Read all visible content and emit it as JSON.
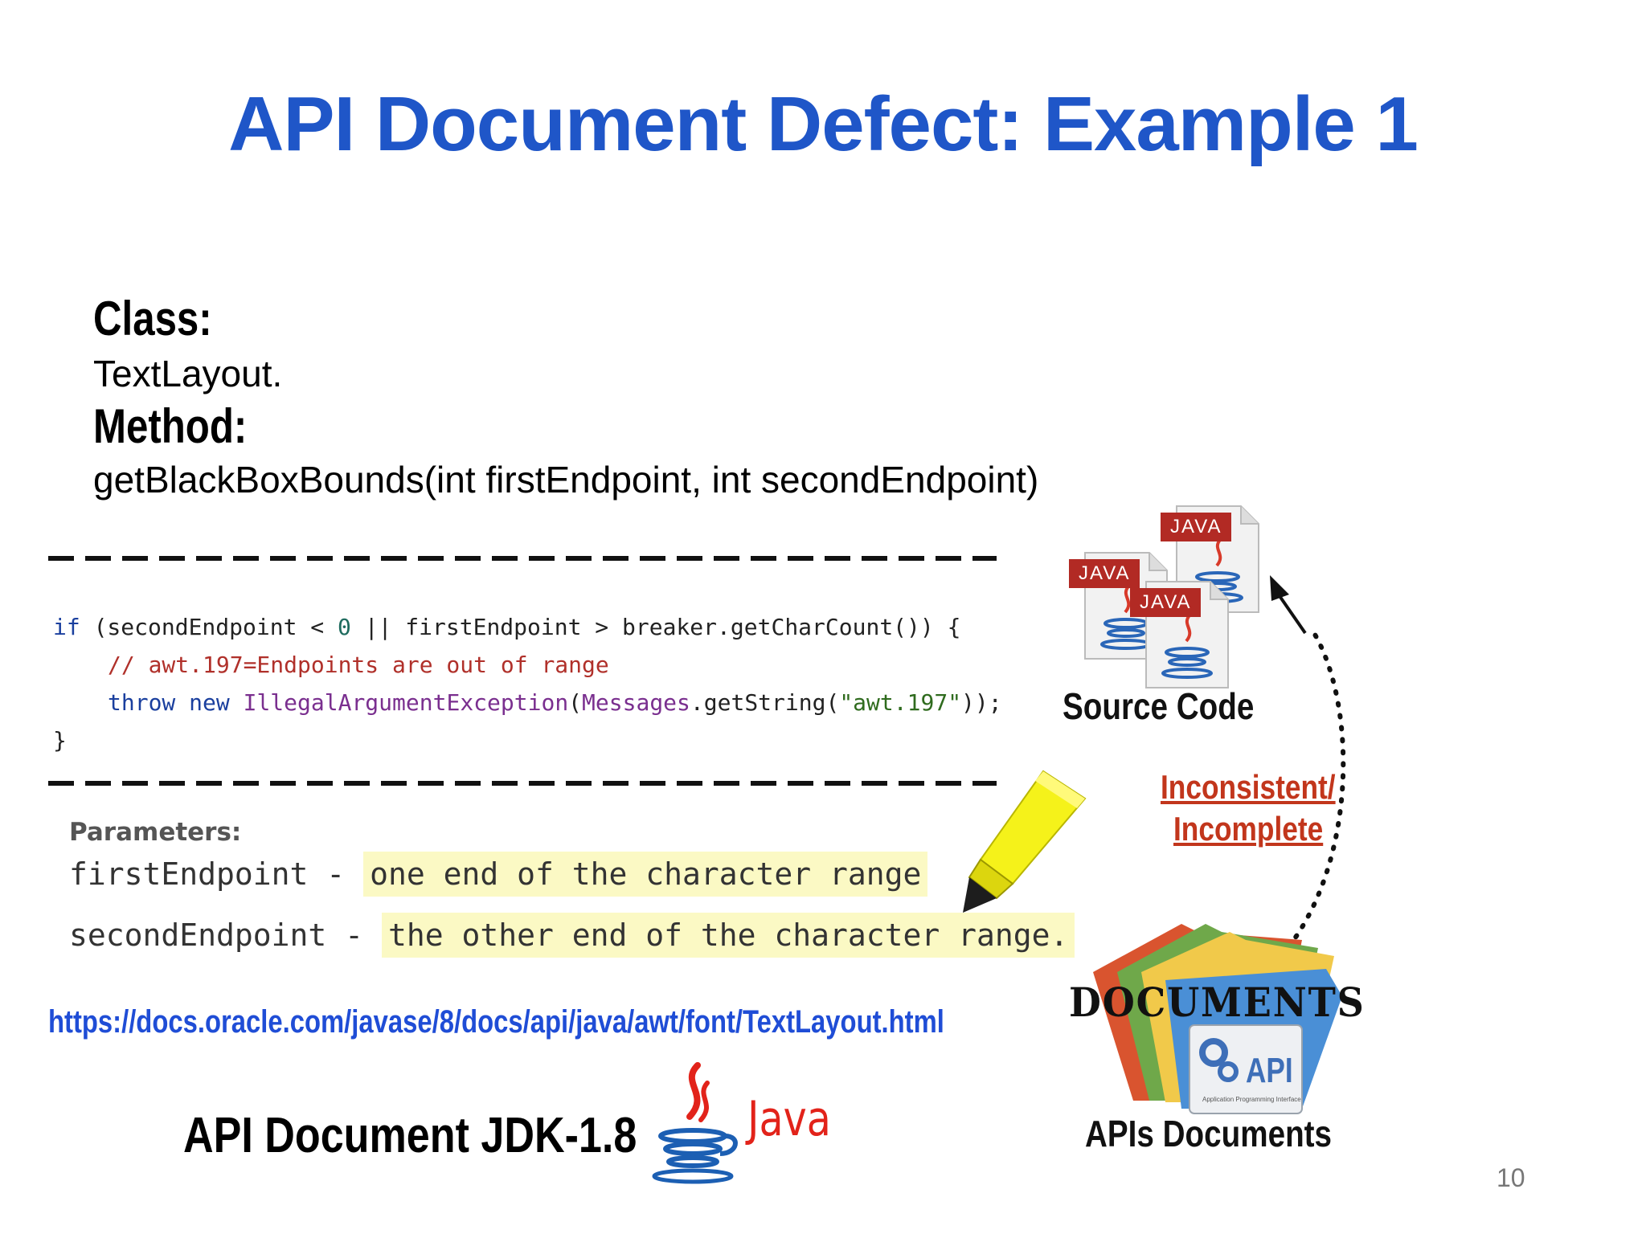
{
  "slide": {
    "title": "API Document Defect: Example 1",
    "page_number": "10"
  },
  "class_section": {
    "class_heading": "Class:",
    "class_name": "TextLayout.",
    "method_heading": "Method:",
    "method_signature": "getBlackBoxBounds(int firstEndpoint, int secondEndpoint)"
  },
  "code": {
    "line1": {
      "kw_if": "if",
      "a": " (secondEndpoint ",
      "op1": "<",
      "sp1": " ",
      "zero": "0",
      "b": " || firstEndpoint > breaker.getCharCount()) {"
    },
    "line2": "// awt.197=Endpoints are out of range",
    "line3": {
      "kw_throw": "throw",
      "sp": " ",
      "kw_new": "new",
      "sp2": " ",
      "cls": "IllegalArgumentException",
      "open": "(",
      "cls2": "Messages",
      "mid": ".getString(",
      "str": "\"awt.197\"",
      "end": "));"
    },
    "line4": "}"
  },
  "doc": {
    "parameters_heading": "Parameters:",
    "param1_name": "firstEndpoint",
    "param1_dash": " - ",
    "param1_desc": "one end of the character range",
    "param2_name": "secondEndpoint",
    "param2_dash": " - ",
    "param2_desc": "the other end of the character range."
  },
  "url": "https://docs.oracle.com/javase/8/docs/api/java/awt/font/TextLayout.html",
  "jdk_label": "API Document JDK-1.8",
  "java_logo_text": "Java",
  "diagram": {
    "file_badge": "JAVA",
    "source_code_label": "Source Code",
    "relation_line1": "Inconsistent/",
    "relation_line2": "Incomplete",
    "documents_word": "DOCUMENTS",
    "api_badge": "API",
    "api_badge_sub": "Application Programming Interface",
    "apis_label": "APIs Documents"
  },
  "colors": {
    "title_blue": "#1f56c8",
    "link_blue": "#1f4dd6",
    "relation_red": "#c2361c",
    "highlight_yellow": "#fbf9c4"
  }
}
